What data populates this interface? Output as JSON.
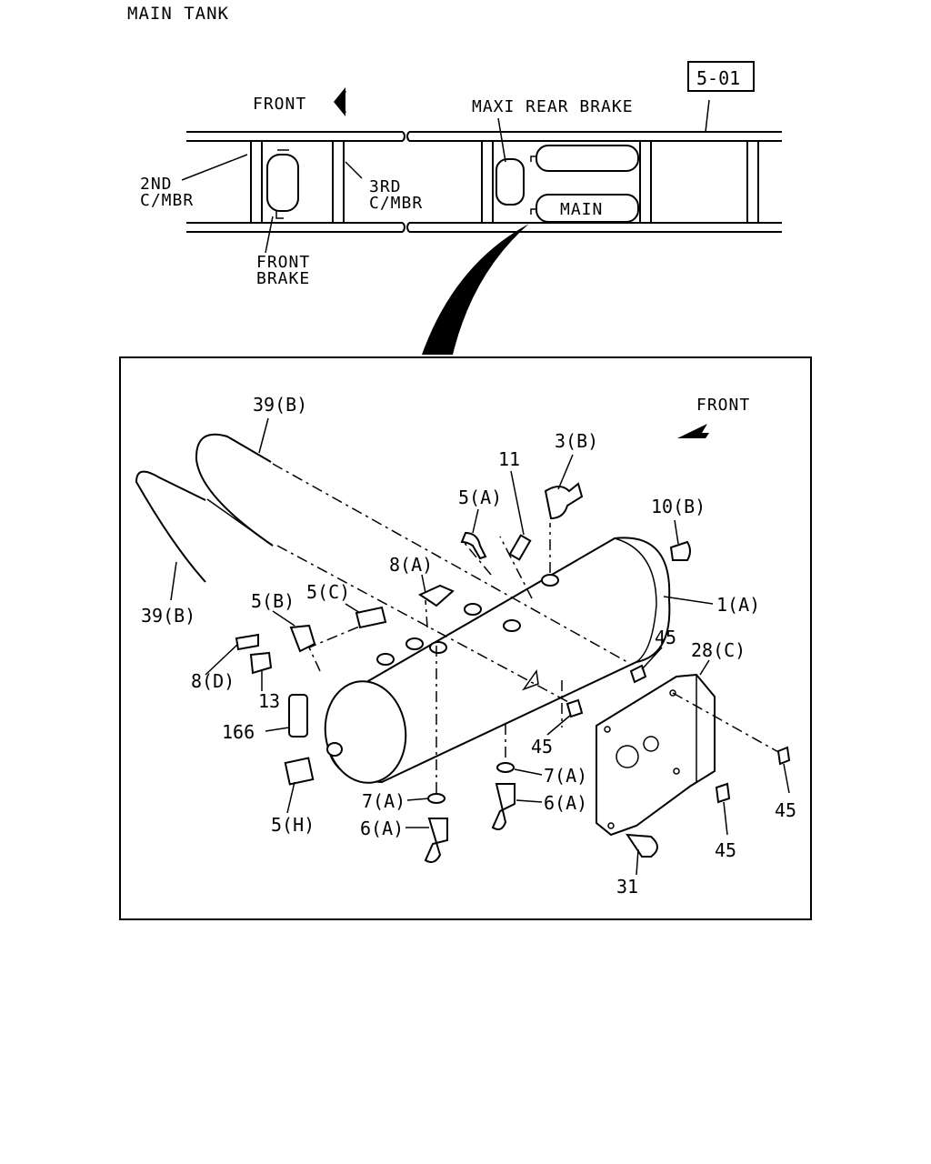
{
  "title": "MAIN TANK",
  "ref_box": "5-01",
  "overview": {
    "front": "FRONT",
    "maxi_rear_brake": "MAXI REAR BRAKE",
    "second_mbr": [
      "2ND",
      "C/MBR"
    ],
    "third_mbr": [
      "3RD",
      "C/MBR"
    ],
    "front_brake": [
      "FRONT",
      "BRAKE"
    ],
    "main": "MAIN"
  },
  "detail": {
    "front": "FRONT",
    "callouts": {
      "c39b_top": "39(B)",
      "c39b_bottom": "39(B)",
      "c11": "11",
      "c3b": "3(B)",
      "c5a": "5(A)",
      "c10b": "10(B)",
      "c8a": "8(A)",
      "c1a": "1(A)",
      "c5b": "5(B)",
      "c5c": "5(C)",
      "c45_a": "45",
      "c28c": "28(C)",
      "c8d": "8(D)",
      "c13": "13",
      "c166": "166",
      "c45_b": "45",
      "c7a_r": "7(A)",
      "c6a_r": "6(A)",
      "c7a_l": "7(A)",
      "c6a_l": "6(A)",
      "c5h": "5(H)",
      "c45_c": "45",
      "c45_d": "45",
      "c31": "31"
    }
  }
}
